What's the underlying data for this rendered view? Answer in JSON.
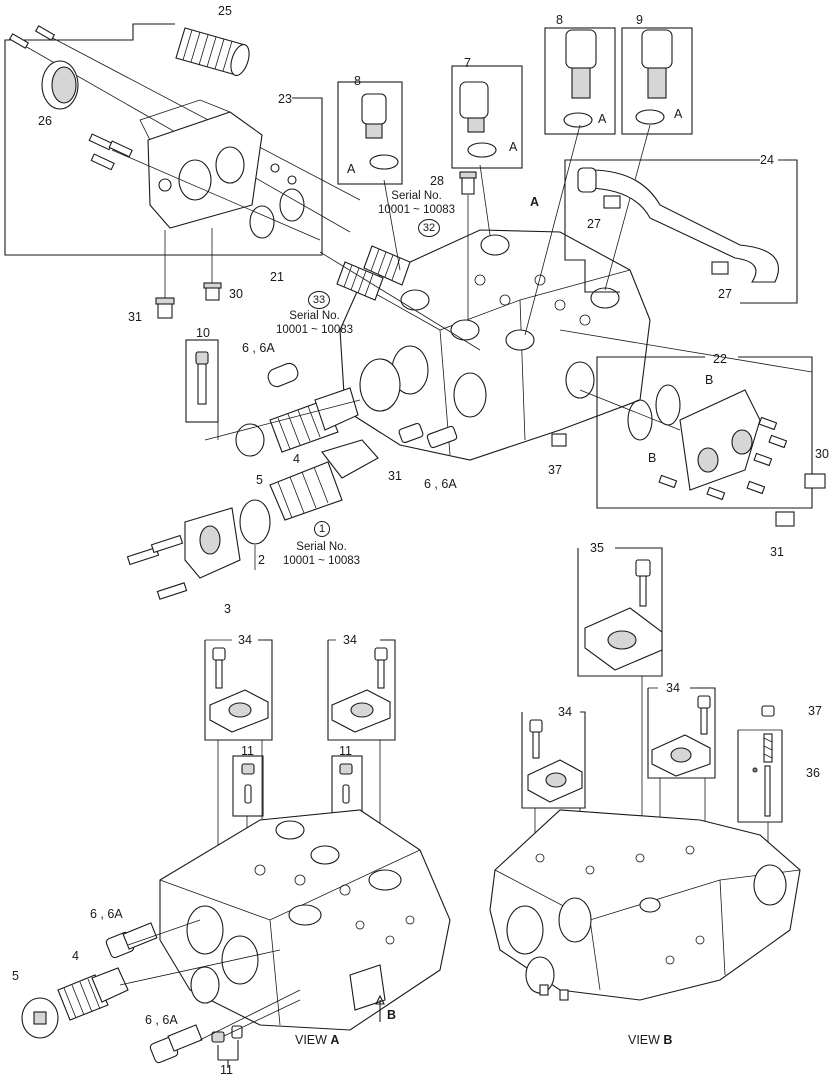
{
  "callouts": {
    "n1": "1",
    "n2": "2",
    "n3": "3",
    "n4": "4",
    "n4b": "4",
    "n5": "5",
    "n5b": "5",
    "n6a": "6 , 6A",
    "n6b": "6 , 6A",
    "n6c": "6 , 6A",
    "n6d": "6 , 6A",
    "n7": "7",
    "n8a": "8",
    "n8b": "8",
    "n9": "9",
    "n10": "10",
    "n11a": "11",
    "n11b": "11",
    "n11c": "11",
    "n21": "21",
    "n22": "22",
    "n23": "23",
    "n24": "24",
    "n25": "25",
    "n26": "26",
    "n27a": "27",
    "n27b": "27",
    "n28": "28",
    "n30a": "30",
    "n30b": "30",
    "n31a": "31",
    "n31b": "31",
    "n31c": "31",
    "n32": "32",
    "n33": "33",
    "n34a": "34",
    "n34b": "34",
    "n34c": "34",
    "n34d": "34",
    "n35": "35",
    "n36": "36",
    "n37a": "37",
    "n37b": "37",
    "A1": "A",
    "A2": "A",
    "A3": "A",
    "A4": "A",
    "A5": "A",
    "B1": "B",
    "B2": "B",
    "B3": "B"
  },
  "serial_notes": {
    "s1": [
      "Serial No.",
      "10001 ~ 10083"
    ],
    "s2": [
      "Serial No.",
      "10001 ~ 10083"
    ],
    "s3": [
      "Serial No.",
      "10001 ~ 10083"
    ]
  },
  "views": {
    "view_a": {
      "prefix": "VIEW ",
      "letter": "A"
    },
    "view_b": {
      "prefix": "VIEW ",
      "letter": "B"
    }
  },
  "colors": {
    "line": "#1a1a1a",
    "background": "#ffffff",
    "shade": "#d6d6d6"
  }
}
